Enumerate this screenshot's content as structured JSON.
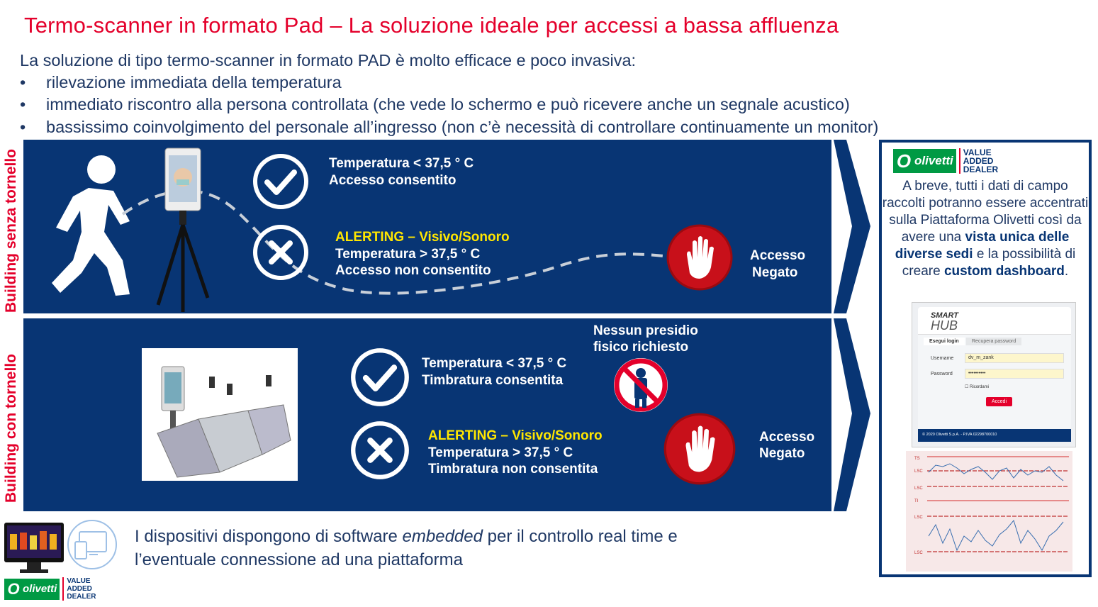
{
  "title": "Termo-scanner in formato Pad – La soluzione ideale per accessi a bassa affluenza",
  "intro": "La soluzione di tipo termo-scanner in formato PAD è molto efficace e poco invasiva:",
  "bullets": [
    "rilevazione immediata della temperatura",
    "immediato riscontro alla persona controllata (che vede lo schermo e può ricevere anche un segnale acustico)",
    "bassissimo coinvolgimento del personale all’ingresso (non c’è necessità di controllare continuamente un monitor)"
  ],
  "bullet_char": "•",
  "panel1": {
    "side_label": "Building senza tornello",
    "ok_line1": "Temperatura < 37,5 ° C",
    "ok_line2": "Accesso consentito",
    "alert": "ALERTING – Visivo/Sonoro",
    "ko_line1": "Temperatura > 37,5 ° C",
    "ko_line2": "Accesso non consentito",
    "denied1": "Accesso",
    "denied2": "Negato"
  },
  "panel2": {
    "side_label": "Building con tornello",
    "no_staff1": "Nessun presidio",
    "no_staff2": "fisico richiesto",
    "ok_line1": "Temperatura < 37,5 ° C",
    "ok_line2": "Timbratura consentita",
    "alert": "ALERTING – Visivo/Sonoro",
    "ko_line1": "Temperatura > 37,5 ° C",
    "ko_line2": "Timbratura non consentita",
    "denied1": "Accesso",
    "denied2": "Negato"
  },
  "brand": {
    "name": "olivetti",
    "vad1": "VALUE",
    "vad2": "ADDED",
    "vad3": "DEALER"
  },
  "right": {
    "t1": "A breve, tutti i dati di campo raccolti potranno essere accentrati sulla Piattaforma Olivetti così da avere una ",
    "b1": "vista unica delle diverse sedi",
    "t2": " e la possibilità di creare ",
    "b2": "custom dashboard",
    "t3": "."
  },
  "smarthub": {
    "brand1": "SMART",
    "brand2": "HUB",
    "tab_login": "Esegui login",
    "tab_recover": "Recupera password",
    "username_label": "Username",
    "username_value": "dv_m_zank",
    "password_label": "Password",
    "password_value": "••••••••••",
    "remember": "Ricordami",
    "submit": "Accedi",
    "footer": "© 2020 Olivetti S.p.A. - P.IVA 02298700010"
  },
  "chart_labels": [
    "TS",
    "LSC",
    "LSC",
    "TI",
    "LSC",
    "LSC"
  ],
  "bottom_text1a": "I dispositivi dispongono di software ",
  "bottom_text1b": "embedded",
  "bottom_text1c": " per il controllo real time e",
  "bottom_text2": "l’eventuale connessione ad una piattaforma"
}
